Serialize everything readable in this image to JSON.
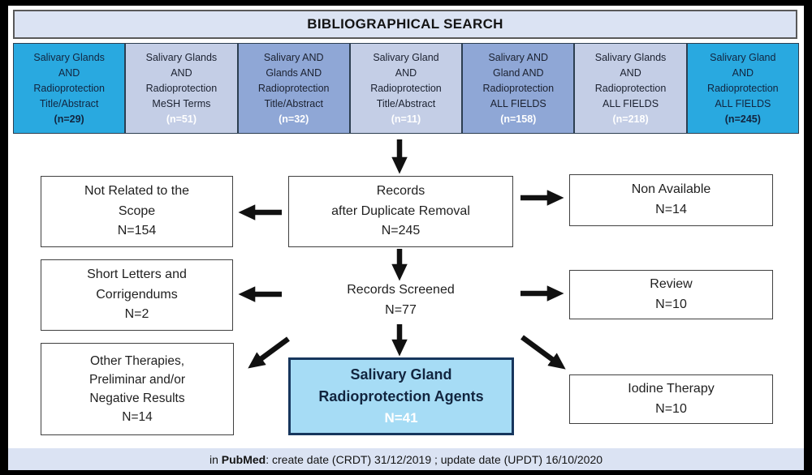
{
  "title": "BIBLIOGRAPHICAL SEARCH",
  "colors": {
    "cyan_box": "#29a9e0",
    "light_box": "#c4cee6",
    "medium_box": "#8fa7d6",
    "header_bar": "#dbe3f3",
    "footer_bar": "#dbe3f3",
    "result_box_fill": "#a6dcf5",
    "result_box_border": "#17365d",
    "n_text_white": "#ffffff",
    "arrow": "#111111"
  },
  "search_row": {
    "boxes": [
      {
        "variant": "cyan",
        "lines": [
          "Salivary Glands",
          "AND",
          "Radioprotection",
          "Title/Abstract"
        ],
        "n": "(n=29)"
      },
      {
        "variant": "light",
        "lines": [
          "Salivary Glands",
          "AND",
          "Radioprotection",
          "MeSH Terms"
        ],
        "n": "(n=51)"
      },
      {
        "variant": "medium",
        "lines": [
          "Salivary AND",
          "Glands AND",
          "Radioprotection",
          "Title/Abstract"
        ],
        "n": "(n=32)"
      },
      {
        "variant": "light",
        "lines": [
          "Salivary Gland",
          "AND",
          "Radioprotection",
          "Title/Abstract"
        ],
        "n": "(n=11)"
      },
      {
        "variant": "medium",
        "lines": [
          "Salivary AND",
          "Gland AND",
          "Radioprotection",
          "ALL FIELDS"
        ],
        "n": "(n=158)"
      },
      {
        "variant": "light",
        "lines": [
          "Salivary Glands",
          "AND",
          "Radioprotection",
          "ALL FIELDS"
        ],
        "n": "(n=218)"
      },
      {
        "variant": "cyan",
        "lines": [
          "Salivary Gland",
          "AND",
          "Radioprotection",
          "ALL FIELDS"
        ],
        "n": "(n=245)"
      }
    ]
  },
  "flow": {
    "records": {
      "lines": [
        "Records",
        "after Duplicate Removal"
      ],
      "n": "N=245"
    },
    "not_related": {
      "lines": [
        "Not Related to the",
        "Scope"
      ],
      "n": "N=154"
    },
    "non_available": {
      "lines": [
        "Non Available"
      ],
      "n": "N=14"
    },
    "records_screened": {
      "lines": [
        "Records Screened"
      ],
      "n": "N=77"
    },
    "short_letters": {
      "lines": [
        "Short Letters and",
        "Corrigendums"
      ],
      "n": "N=2"
    },
    "review": {
      "lines": [
        "Review"
      ],
      "n": "N=10"
    },
    "other_therapies": {
      "lines": [
        "Other Therapies,",
        "Preliminar and/or",
        "Negative Results"
      ],
      "n": "N=14"
    },
    "result": {
      "lines": [
        "Salivary Gland",
        "Radioprotection Agents"
      ],
      "n": "N=41"
    },
    "iodine": {
      "lines": [
        "Iodine Therapy"
      ],
      "n": "N=10"
    }
  },
  "footer": {
    "prefix": "in ",
    "bold": "PubMed",
    "rest": ": create date (CRDT) 31/12/2019 ; update date (UPDT) 16/10/2020"
  }
}
